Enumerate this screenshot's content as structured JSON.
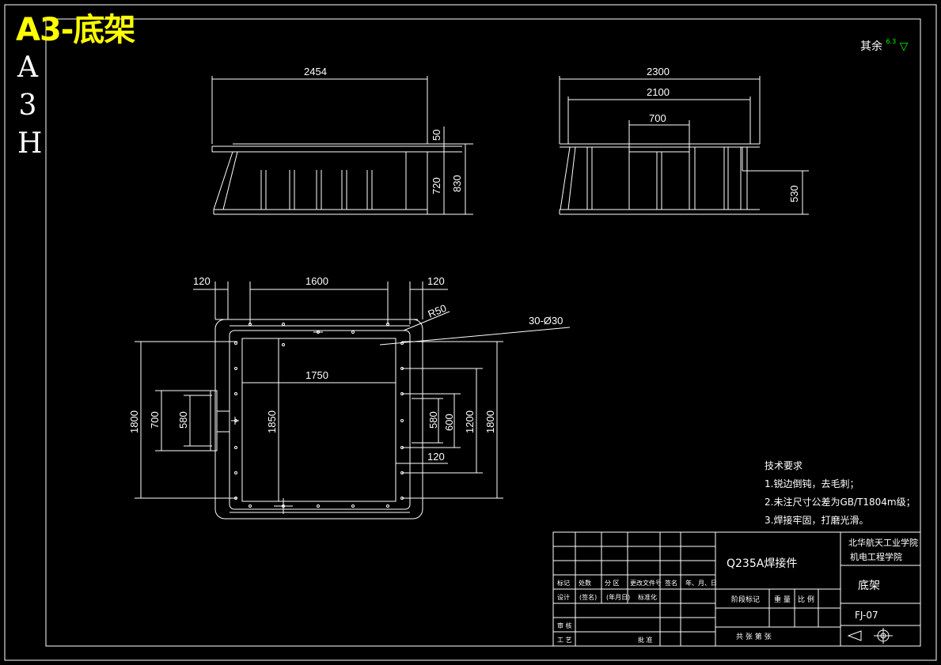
{
  "sheet": {
    "title_overlay": "A3-底架",
    "size_letters": [
      "A",
      "3",
      "H"
    ],
    "roughness_note": "其余",
    "roughness_value": "6.3"
  },
  "front_view": {
    "dim_length": "2454",
    "dim_top": "50",
    "dim_body": "720",
    "dim_total": "830"
  },
  "side_view": {
    "dim_overall": "2300",
    "dim_inner": "2100",
    "dim_center": "700",
    "dim_height": "530"
  },
  "plan_view": {
    "dim_left_offset": "120",
    "dim_span": "1600",
    "dim_right_offset": "120",
    "radius": "R50",
    "holes": "30-Ø30",
    "dim_width": "1750",
    "dim_depth": "1850",
    "dim_left_overall": "1800",
    "dim_left_700": "700",
    "dim_left_580": "580",
    "dim_right_580": "580",
    "dim_right_600": "600",
    "dim_right_1200": "1200",
    "dim_right_1800": "1800",
    "dim_right_120": "120"
  },
  "tech_requirements": {
    "heading": "技术要求",
    "items": [
      "1.锐边倒钝，去毛刺；",
      "2.未注尺寸公差为GB/T1804m级；",
      "3.焊接牢固，打磨光滑。"
    ]
  },
  "title_block": {
    "material": "Q235A焊接件",
    "school_line1": "北华航天工业学院",
    "school_line2": "机电工程学院",
    "part_name": "底架",
    "drawing_no": "FJ-07",
    "labels_row1": [
      "标记",
      "处数",
      "分 区",
      "更改文件号",
      "签名",
      "年、月、日"
    ],
    "labels_row2": [
      "设计",
      "(签名)",
      "(年月日)",
      "标准化"
    ],
    "label_stage": "阶段标记",
    "label_weight": "重 量",
    "label_scale": "比 例",
    "label_review": "审 核",
    "label_process": "工 艺",
    "label_approve": "批 准",
    "label_sheets": "共 张 第 张"
  }
}
